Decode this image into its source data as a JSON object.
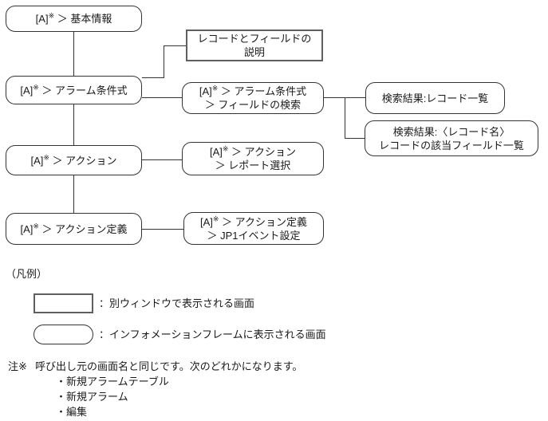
{
  "diagram": {
    "nodes": [
      {
        "id": "basic-info",
        "shape": "rounded",
        "lines": [
          {
            "pre": "[A]",
            "sup": "※",
            "post": " ＞ 基本情報"
          }
        ]
      },
      {
        "id": "record-field-desc",
        "shape": "rect",
        "lines": [
          {
            "pre": "",
            "sup": "",
            "post": "レコードとフィールドの"
          },
          {
            "pre": "",
            "sup": "",
            "post": "説明"
          }
        ]
      },
      {
        "id": "alarm-condition",
        "shape": "rounded",
        "lines": [
          {
            "pre": "[A]",
            "sup": "※",
            "post": " ＞ アラーム条件式"
          }
        ]
      },
      {
        "id": "field-search",
        "shape": "rounded",
        "lines": [
          {
            "pre": "[A]",
            "sup": "※",
            "post": " ＞ アラーム条件式"
          },
          {
            "pre": "",
            "sup": "",
            "post": "＞ フィールドの検索"
          }
        ]
      },
      {
        "id": "search-result-records",
        "shape": "rounded",
        "lines": [
          {
            "pre": "",
            "sup": "",
            "post": "検索結果:レコード一覧"
          }
        ]
      },
      {
        "id": "search-result-fields",
        "shape": "rounded",
        "lines": [
          {
            "pre": "",
            "sup": "",
            "post": "検索結果:〈レコード名〉"
          },
          {
            "pre": "",
            "sup": "",
            "post": "レコードの該当フィールド一覧"
          }
        ]
      },
      {
        "id": "action",
        "shape": "rounded",
        "lines": [
          {
            "pre": "[A]",
            "sup": "※",
            "post": " ＞ アクション"
          }
        ]
      },
      {
        "id": "report-select",
        "shape": "rounded",
        "lines": [
          {
            "pre": "[A]",
            "sup": "※",
            "post": " ＞ アクション"
          },
          {
            "pre": "",
            "sup": "",
            "post": "＞ レポート選択"
          }
        ]
      },
      {
        "id": "action-def",
        "shape": "rounded",
        "lines": [
          {
            "pre": "[A]",
            "sup": "※",
            "post": " ＞ アクション定義"
          }
        ]
      },
      {
        "id": "jp1-event",
        "shape": "rounded",
        "lines": [
          {
            "pre": "[A]",
            "sup": "※",
            "post": " ＞ アクション定義"
          },
          {
            "pre": "",
            "sup": "",
            "post": "＞ JP1イベント設定"
          }
        ]
      }
    ]
  },
  "legend": {
    "title": "（凡例）",
    "items": [
      {
        "shape": "rect",
        "label": "：別ウィンドウで表示される画面"
      },
      {
        "shape": "rounded",
        "label": "：インフォメーションフレームに表示される画面"
      }
    ]
  },
  "note": {
    "marker": "注※",
    "text": "呼び出し元の画面名と同じです。次のどれかになります。",
    "items": [
      "・新規アラームテーブル",
      "・新規アラーム",
      "・編集"
    ]
  },
  "colors": {
    "background": "#ffffff",
    "text": "#1a1a1a",
    "rounded_border": "#333333",
    "rect_border": "#5f5f5f",
    "connector": "#333333"
  }
}
